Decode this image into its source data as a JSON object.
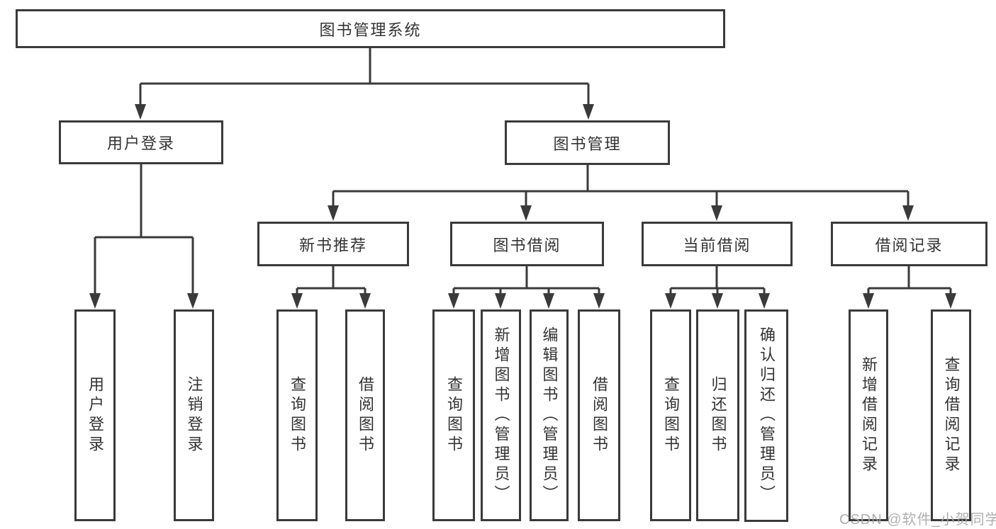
{
  "diagram_title": "图书管理系统",
  "tree": {
    "root": {
      "label": "图书管理系统",
      "children": [
        {
          "label": "用户登录",
          "children": [
            {
              "label": "用户登录"
            },
            {
              "label": "注销登录"
            }
          ]
        },
        {
          "label": "图书管理",
          "children": [
            {
              "label": "新书推荐",
              "children": [
                {
                  "label": "查询图书"
                },
                {
                  "label": "借阅图书"
                }
              ]
            },
            {
              "label": "图书借阅",
              "children": [
                {
                  "label": "查询图书"
                },
                {
                  "label": "新增图书（管理员）"
                },
                {
                  "label": "编辑图书（管理员）"
                },
                {
                  "label": "借阅图书"
                }
              ]
            },
            {
              "label": "当前借阅",
              "children": [
                {
                  "label": "查询图书"
                },
                {
                  "label": "归还图书"
                },
                {
                  "label": "确认归还（管理员）"
                }
              ]
            },
            {
              "label": "借阅记录",
              "children": [
                {
                  "label": "新增借阅记录"
                },
                {
                  "label": "查询借阅记录"
                }
              ]
            }
          ]
        }
      ]
    }
  },
  "watermark": {
    "text": "CSDN @软件_小贺同学"
  },
  "colors": {
    "line": "#3a3a3a",
    "text": "#333333",
    "box_background": "#ffffff",
    "page_background": "#ffffff",
    "watermark": "#a8a8a8"
  }
}
